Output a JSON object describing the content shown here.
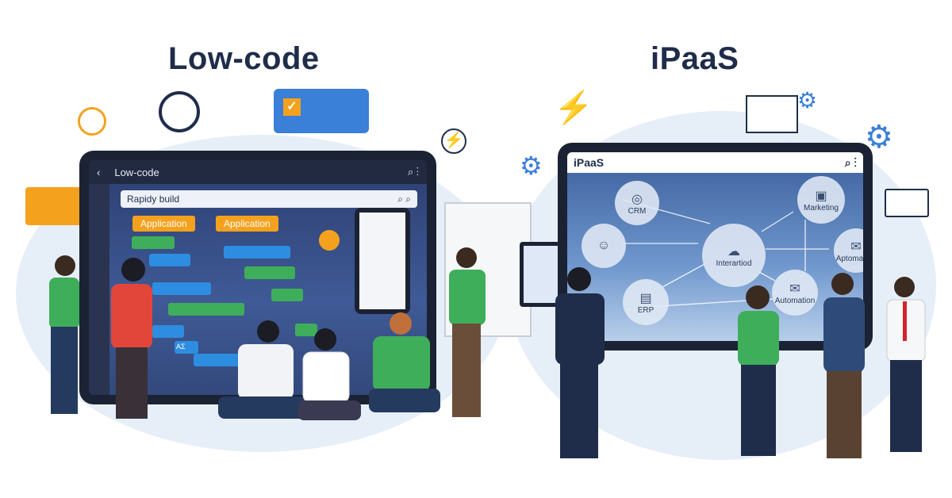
{
  "left": {
    "title": "Low-code",
    "app_header": "Low-code",
    "search_text": "Rapidy build",
    "blocks": [
      "Application",
      "Application"
    ],
    "block_label": "AΣ"
  },
  "right": {
    "title": "iPaaS",
    "app_header": "iPaaS",
    "nodes": [
      "CRM",
      "Marketing",
      "Interartiod",
      "Aptomation",
      "ERP",
      "Automation"
    ]
  },
  "colors": {
    "accent_orange": "#f4a21e",
    "green": "#3fae5a",
    "blue": "#2d8de0",
    "navy": "#1f2d4a"
  }
}
